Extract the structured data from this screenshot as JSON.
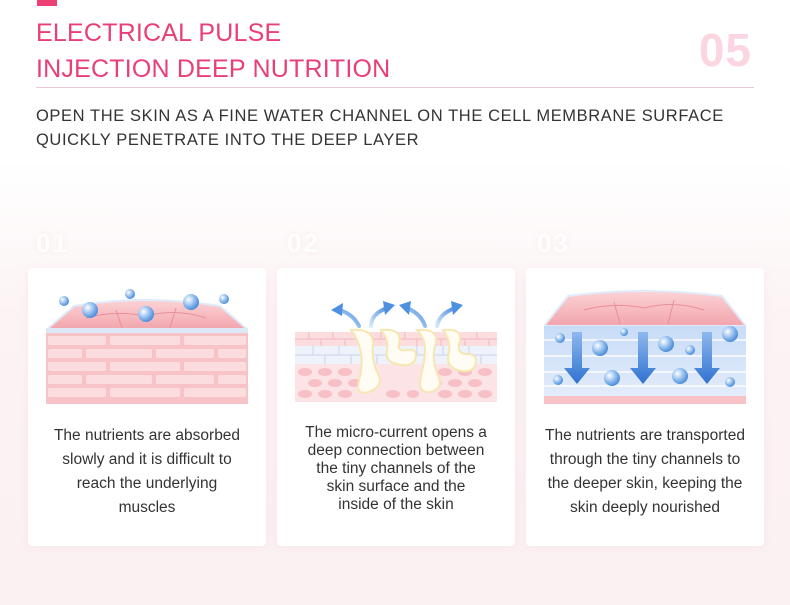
{
  "header": {
    "title_line1": "ELECTRICAL PULSE",
    "title_line2": "INJECTION DEEP NUTRITION",
    "number": "05",
    "subtitle_line1": "OPEN THE SKIN AS A FINE WATER CHANNEL ON THE CELL MEMBRANE SURFACE",
    "subtitle_line2": "QUICKLY PENETRATE INTO THE DEEP LAYER"
  },
  "colors": {
    "accent": "#ea3f74",
    "number": "#fbd5df",
    "text": "#333333",
    "skin": "#f5b5bc",
    "bubble": "#6ea8e8",
    "arrow": "#3f83d8"
  },
  "cards": [
    {
      "ghost_number": "01",
      "illustration": "skin-surface-bubbles-illustration",
      "caption": [
        "The nutrients are absorbed",
        "slowly and it is difficult to",
        "reach the underlying",
        "muscles"
      ]
    },
    {
      "ghost_number": "02",
      "illustration": "micro-current-channels-illustration",
      "caption": [
        "The micro-current opens a",
        "deep connection between",
        "the tiny channels of the",
        "skin surface and the",
        "inside of the skin"
      ]
    },
    {
      "ghost_number": "03",
      "illustration": "deep-nourish-arrows-illustration",
      "caption": [
        "The nutrients are transported",
        "through the tiny channels to",
        "the deeper skin, keeping the",
        "skin deeply nourished"
      ]
    }
  ]
}
